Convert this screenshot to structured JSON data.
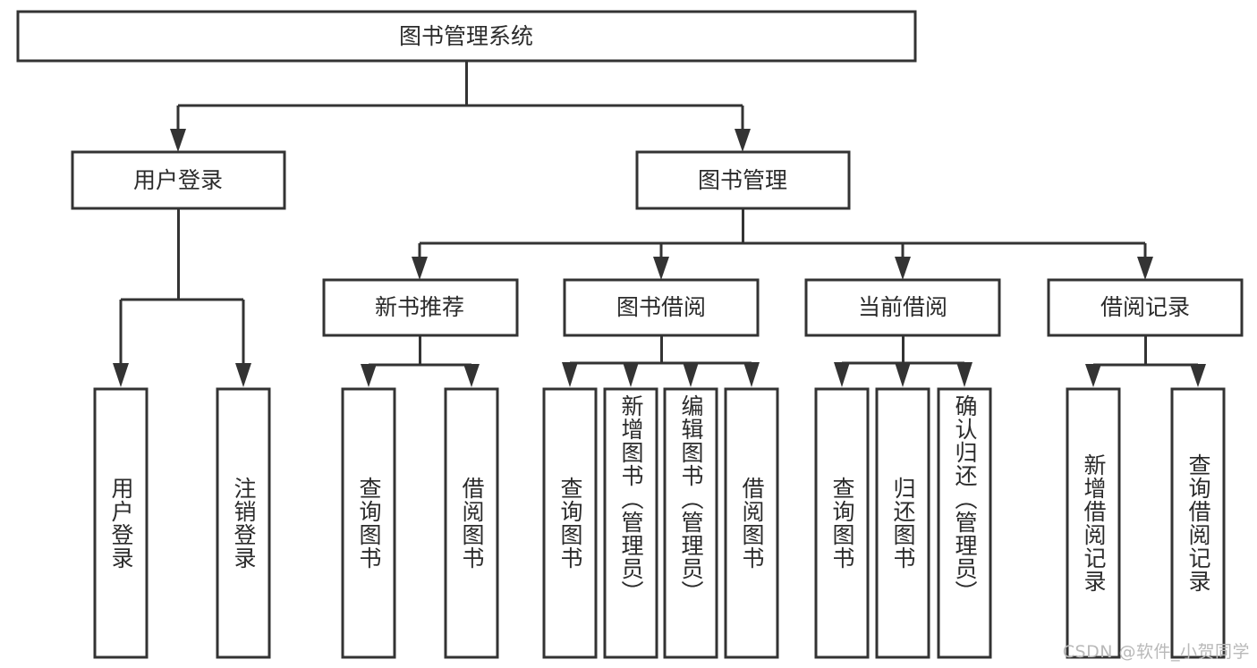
{
  "diagram": {
    "title": "图书管理系统",
    "watermark": "CSDN @软件_小贺同学",
    "colors": {
      "stroke": "#333333",
      "fill": "#ffffff",
      "text": "#2b2b2b",
      "watermark": "#b9b9b9"
    },
    "root": {
      "label": "图书管理系统"
    },
    "level2": [
      {
        "label": "用户登录"
      },
      {
        "label": "图书管理"
      }
    ],
    "level3": [
      {
        "label": "新书推荐"
      },
      {
        "label": "图书借阅"
      },
      {
        "label": "当前借阅"
      },
      {
        "label": "借阅记录"
      }
    ],
    "leaves": {
      "user_login": [
        {
          "label": "用户登录"
        },
        {
          "label": "注销登录"
        }
      ],
      "new_book_recommend": [
        {
          "label": "查询图书"
        },
        {
          "label": "借阅图书"
        }
      ],
      "book_borrow": [
        {
          "label": "查询图书"
        },
        {
          "label": "新增图书（管理员）"
        },
        {
          "label": "编辑图书（管理员）"
        },
        {
          "label": "借阅图书"
        }
      ],
      "current_borrow": [
        {
          "label": "查询图书"
        },
        {
          "label": "归还图书"
        },
        {
          "label": "确认归还（管理员）"
        }
      ],
      "borrow_record": [
        {
          "label": "新增借阅记录"
        },
        {
          "label": "查询借阅记录"
        }
      ]
    }
  }
}
